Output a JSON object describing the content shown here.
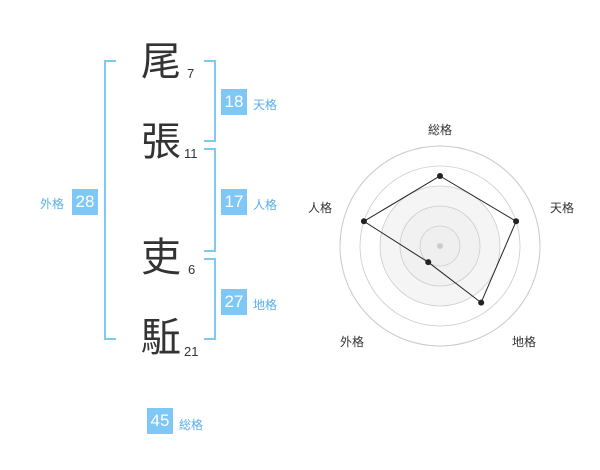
{
  "name": {
    "chars": [
      {
        "char": "尾",
        "strokes": "7"
      },
      {
        "char": "張",
        "strokes": "11"
      },
      {
        "char": "吏",
        "strokes": "6"
      },
      {
        "char": "駈",
        "strokes": "21"
      }
    ]
  },
  "kakusu": {
    "tenkaku": {
      "value": "18",
      "label": "天格"
    },
    "jinkaku": {
      "value": "17",
      "label": "人格"
    },
    "chikaku": {
      "value": "27",
      "label": "地格"
    },
    "gaikaku": {
      "value": "28",
      "label": "外格"
    },
    "soukaku": {
      "value": "45",
      "label": "総格"
    }
  },
  "radar": {
    "axes": [
      "総格",
      "天格",
      "地格",
      "外格",
      "人格"
    ],
    "values": [
      3.5,
      4,
      3.5,
      1,
      4
    ],
    "max": 5,
    "colors": {
      "fill": "#eeeeee",
      "ring": "#cccccc",
      "line": "#222222",
      "point": "#222222"
    }
  }
}
